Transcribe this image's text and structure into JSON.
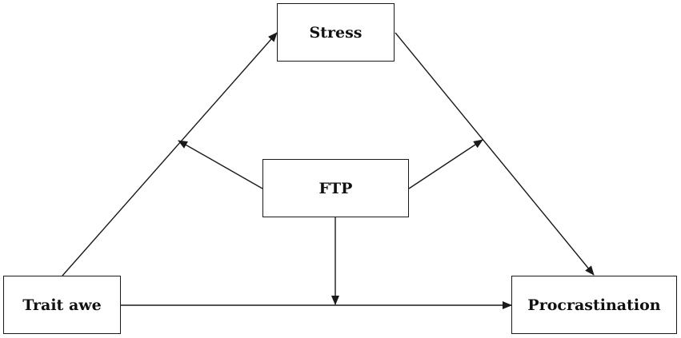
{
  "nodes": {
    "stress": "Stress",
    "ftp": "FTP",
    "trait_awe": "Trait awe",
    "procrastination": "Procrastination"
  },
  "edges": [
    {
      "from": "Trait awe",
      "to": "Stress"
    },
    {
      "from": "Stress",
      "to": "Procrastination"
    },
    {
      "from": "Trait awe",
      "to": "Procrastination"
    },
    {
      "from": "FTP",
      "to": "Trait awe → Stress",
      "type": "moderation"
    },
    {
      "from": "FTP",
      "to": "Stress → Procrastination",
      "type": "moderation"
    },
    {
      "from": "FTP",
      "to": "Trait awe → Procrastination",
      "type": "moderation"
    }
  ],
  "colors": {
    "stroke": "#1a1a1a",
    "background": "#ffffff"
  }
}
